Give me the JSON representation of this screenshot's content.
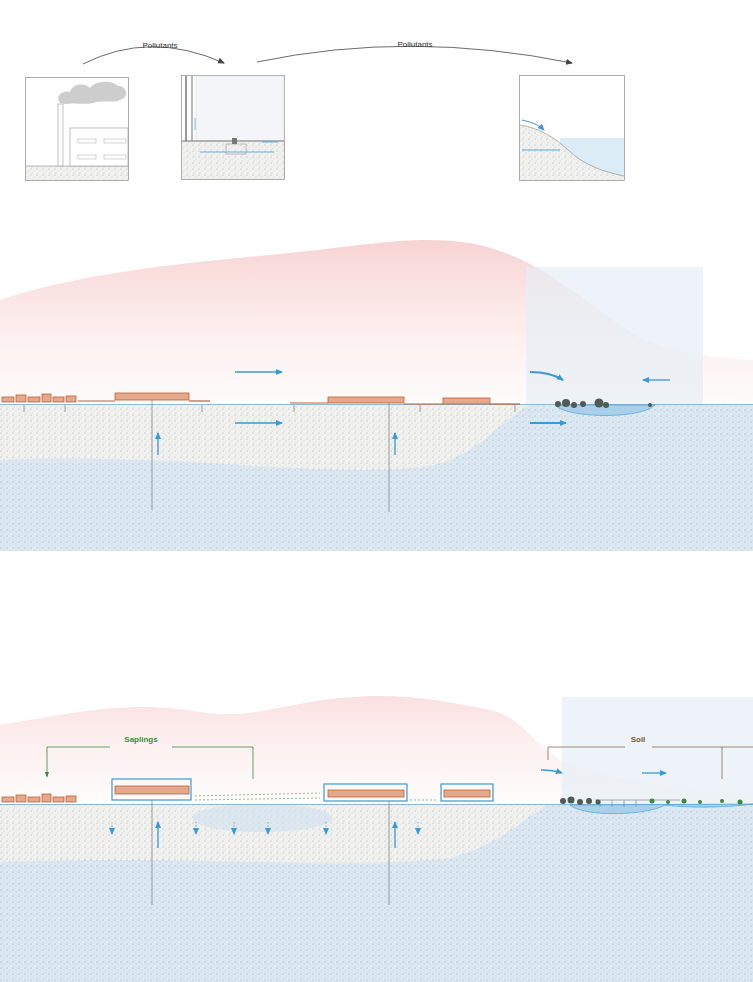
{
  "diagram": {
    "labels": [
      "Pollutants",
      "Pollutants",
      "Saplings",
      "Soil"
    ]
  }
}
